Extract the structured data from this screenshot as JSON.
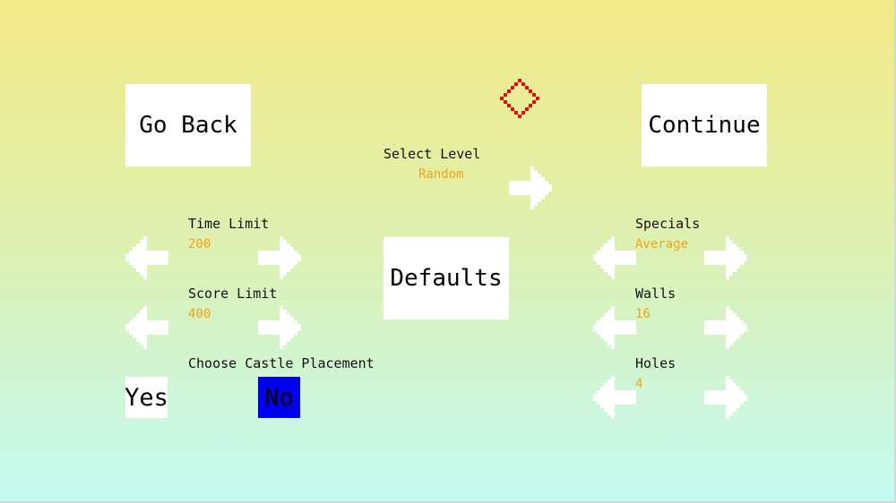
{
  "buttons": {
    "go_back": "Go Back",
    "continue": "Continue",
    "defaults": "Defaults",
    "yes": "Yes",
    "no": "No"
  },
  "level": {
    "label": "Select Level",
    "value": "Random"
  },
  "time_limit": {
    "label": "Time Limit",
    "value": "200"
  },
  "score_limit": {
    "label": "Score Limit",
    "value": "400"
  },
  "castle": {
    "label": "Choose Castle Placement",
    "selected": "No"
  },
  "specials": {
    "label": "Specials",
    "value": "Average"
  },
  "walls": {
    "label": "Walls",
    "value": "16"
  },
  "holes": {
    "label": "Holes",
    "value": "4"
  },
  "icons": {
    "cursor": "diamond-cursor-icon",
    "left": "arrow-left-icon",
    "right": "arrow-right-icon"
  },
  "colors": {
    "value_text": "#f2a312",
    "selected_button": "#0000ee",
    "cursor": "#e01010",
    "bg_top": "#f2e987",
    "bg_bottom": "#c4fbf4"
  }
}
